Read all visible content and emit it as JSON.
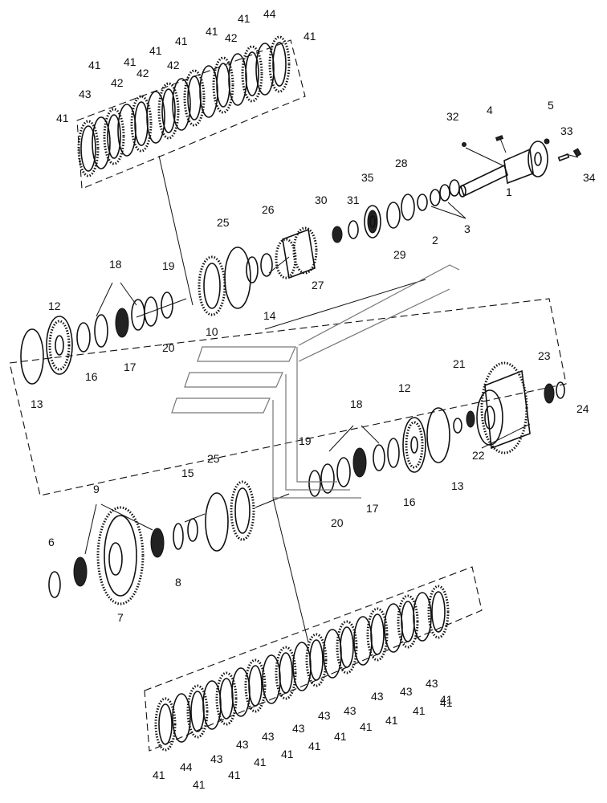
{
  "colors": {
    "ink": "#111111",
    "background": "#ffffff",
    "watermark": "#777777"
  },
  "callouts": [
    {
      "id": "c1",
      "text": "41"
    },
    {
      "id": "c2",
      "text": "43"
    },
    {
      "id": "c3",
      "text": "41"
    },
    {
      "id": "c4",
      "text": "42"
    },
    {
      "id": "c5",
      "text": "41"
    },
    {
      "id": "c6",
      "text": "42"
    },
    {
      "id": "c7",
      "text": "41"
    },
    {
      "id": "c8",
      "text": "41"
    },
    {
      "id": "c9",
      "text": "42"
    },
    {
      "id": "c10",
      "text": "41"
    },
    {
      "id": "c11",
      "text": "42"
    },
    {
      "id": "c12",
      "text": "41"
    },
    {
      "id": "c13",
      "text": "44"
    },
    {
      "id": "c14",
      "text": "41"
    },
    {
      "id": "c15",
      "text": "32"
    },
    {
      "id": "c16",
      "text": "4"
    },
    {
      "id": "c17",
      "text": "5"
    },
    {
      "id": "c18",
      "text": "33"
    },
    {
      "id": "c19",
      "text": "34"
    },
    {
      "id": "c20",
      "text": "1"
    },
    {
      "id": "c21",
      "text": "3"
    },
    {
      "id": "c22",
      "text": "2"
    },
    {
      "id": "c23",
      "text": "28"
    },
    {
      "id": "c24",
      "text": "29"
    },
    {
      "id": "c25",
      "text": "35"
    },
    {
      "id": "c26",
      "text": "31"
    },
    {
      "id": "c27",
      "text": "30"
    },
    {
      "id": "c28",
      "text": "26"
    },
    {
      "id": "c29",
      "text": "27"
    },
    {
      "id": "c30",
      "text": "25"
    },
    {
      "id": "c31",
      "text": "14"
    },
    {
      "id": "c32",
      "text": "10"
    },
    {
      "id": "c33",
      "text": "19"
    },
    {
      "id": "c34",
      "text": "20"
    },
    {
      "id": "c35",
      "text": "18"
    },
    {
      "id": "c36",
      "text": "17"
    },
    {
      "id": "c37",
      "text": "16"
    },
    {
      "id": "c38",
      "text": "12"
    },
    {
      "id": "c39",
      "text": "13"
    },
    {
      "id": "c40",
      "text": "21"
    },
    {
      "id": "c41",
      "text": "23"
    },
    {
      "id": "c42",
      "text": "24"
    },
    {
      "id": "c43",
      "text": "22"
    },
    {
      "id": "c44",
      "text": "12"
    },
    {
      "id": "c45",
      "text": "13"
    },
    {
      "id": "c46",
      "text": "18"
    },
    {
      "id": "c47",
      "text": "16"
    },
    {
      "id": "c48",
      "text": "17"
    },
    {
      "id": "c49",
      "text": "19"
    },
    {
      "id": "c50",
      "text": "20"
    },
    {
      "id": "c51",
      "text": "15"
    },
    {
      "id": "c52",
      "text": "25"
    },
    {
      "id": "c53",
      "text": "9"
    },
    {
      "id": "c54",
      "text": "8"
    },
    {
      "id": "c55",
      "text": "6"
    },
    {
      "id": "c56",
      "text": "7"
    },
    {
      "id": "c57",
      "text": "41"
    },
    {
      "id": "c58",
      "text": "44"
    },
    {
      "id": "c59",
      "text": "41"
    },
    {
      "id": "c60",
      "text": "43"
    },
    {
      "id": "c61",
      "text": "41"
    },
    {
      "id": "c62",
      "text": "43"
    },
    {
      "id": "c63",
      "text": "41"
    },
    {
      "id": "c64",
      "text": "43"
    },
    {
      "id": "c65",
      "text": "41"
    },
    {
      "id": "c66",
      "text": "43"
    },
    {
      "id": "c67",
      "text": "41"
    },
    {
      "id": "c68",
      "text": "43"
    },
    {
      "id": "c69",
      "text": "41"
    },
    {
      "id": "c70",
      "text": "43"
    },
    {
      "id": "c71",
      "text": "41"
    },
    {
      "id": "c72",
      "text": "41"
    },
    {
      "id": "c73",
      "text": "43"
    },
    {
      "id": "c74",
      "text": "41"
    },
    {
      "id": "c75",
      "text": "43"
    },
    {
      "id": "c76",
      "text": "41"
    },
    {
      "id": "c77",
      "text": "43"
    },
    {
      "id": "c78",
      "text": "41"
    }
  ]
}
